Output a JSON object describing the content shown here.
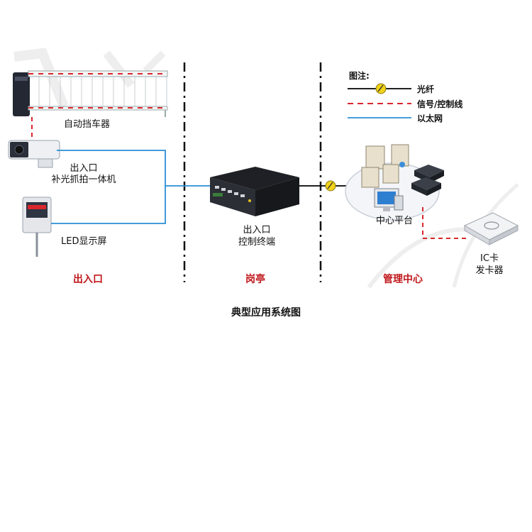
{
  "colors": {
    "fiber": "#000000",
    "signal": "#d9262c",
    "ethernet": "#2b8fd6",
    "zone_label": "#c0171b",
    "fiber_badge": "#f2d21a"
  },
  "devices": {
    "barrier_label": "自动挡车器",
    "camera_label_line1": "出入口",
    "camera_label_line2": "补光抓拍一体机",
    "led_label": "LED显示屏",
    "controller_label_line1": "出入口",
    "controller_label_line2": "控制终端",
    "platform_label": "中心平台",
    "card_issuer_label_line1": "IC卡",
    "card_issuer_label_line2": "发卡器"
  },
  "zones": {
    "entrance": "出入口",
    "guard_booth": "岗亭",
    "management_center": "管理中心"
  },
  "legend": {
    "title": "图注:",
    "fiber": "光纤",
    "signal": "信号/控制线",
    "ethernet": "以太网"
  },
  "caption": "典型应用系统图"
}
